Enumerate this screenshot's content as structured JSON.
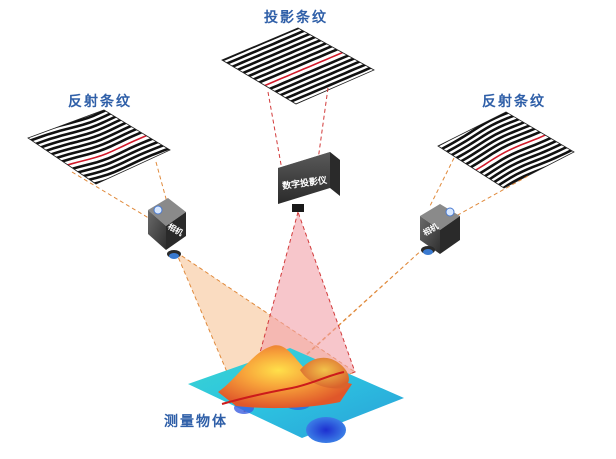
{
  "labels": {
    "projected_fringe": "投影条纹",
    "reflected_fringe_left": "反射条纹",
    "reflected_fringe_right": "反射条纹",
    "projector": "数字投影仪",
    "camera_left": "相机",
    "camera_right": "相机",
    "measured_object": "测量物体"
  },
  "colors": {
    "label_blue": "#2f5fa8",
    "fringe_dark": "#111111",
    "fringe_highlight": "#d11a2a",
    "projector_beam": "#f2a0a8",
    "camera_beam": "#f6c08e",
    "guide_orange": "#e08a3c",
    "guide_red": "#d23a3a"
  },
  "icons": {
    "projector": "projector-icon",
    "camera": "camera-icon",
    "fringe": "stripe-pattern"
  }
}
